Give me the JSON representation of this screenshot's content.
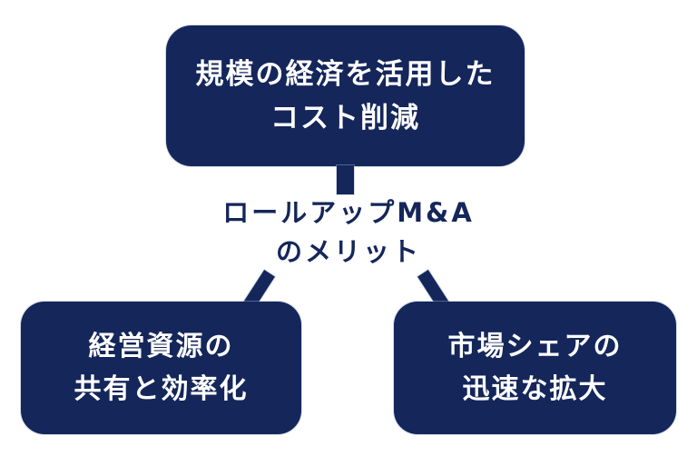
{
  "diagram": {
    "title": {
      "line1": "ロールアップM&A",
      "line2": "のメリット"
    },
    "nodes": {
      "top": {
        "line1": "規模の経済を活用した",
        "line2": "コスト削減"
      },
      "bottom_left": {
        "line1": "経営資源の",
        "line2": "共有と効率化"
      },
      "bottom_right": {
        "line1": "市場シェアの",
        "line2": "迅速な拡大"
      }
    },
    "colors": {
      "node_bg": "#14265a",
      "node_text": "#ffffff",
      "title_text": "#14265a",
      "background": "#ffffff"
    }
  }
}
